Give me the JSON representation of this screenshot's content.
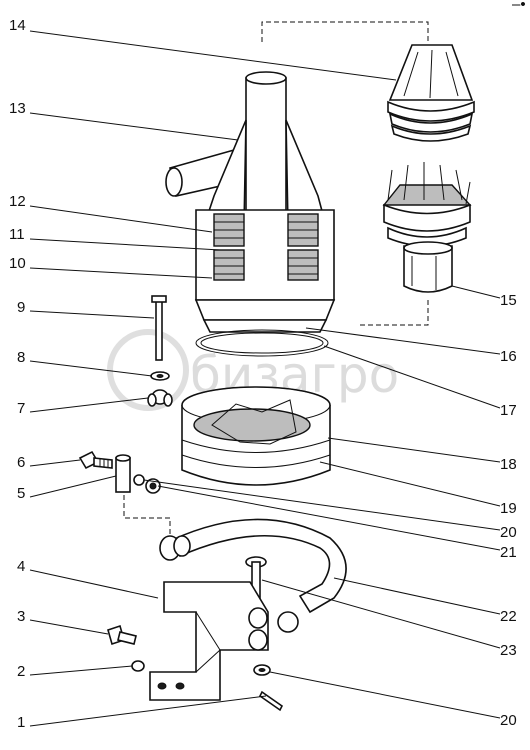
{
  "figure": {
    "corner_mark": "–•",
    "watermark": "бизагро",
    "callouts": [
      "14",
      "13",
      "12",
      "11",
      "10",
      "9",
      "8",
      "7",
      "6",
      "5",
      "4",
      "3",
      "2",
      "1",
      "15",
      "16",
      "17",
      "18",
      "19",
      "20",
      "21",
      "22",
      "23",
      "20"
    ]
  }
}
